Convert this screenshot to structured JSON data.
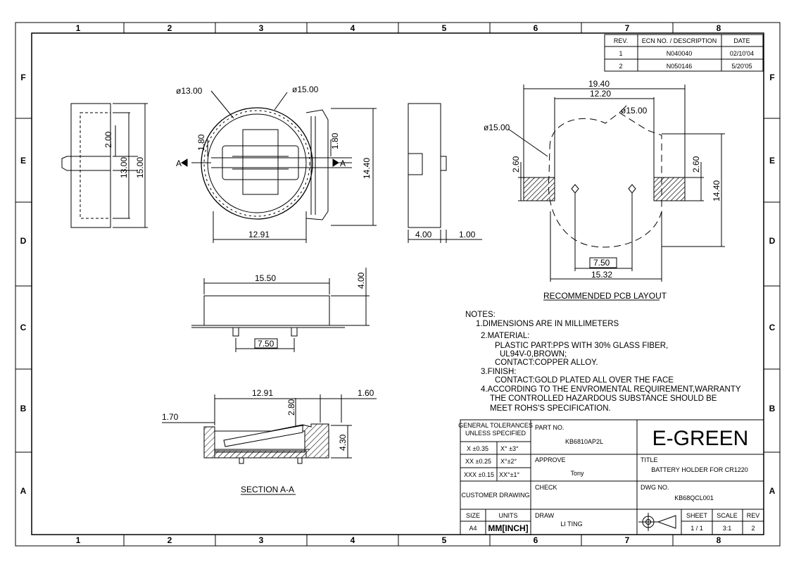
{
  "grid": {
    "columns": [
      "1",
      "2",
      "3",
      "4",
      "5",
      "6",
      "7",
      "8"
    ],
    "rows": [
      "F",
      "E",
      "D",
      "C",
      "B",
      "A"
    ]
  },
  "revision_table": {
    "headers": [
      "REV.",
      "ECN NO. / DESCRIPTION",
      "DATE"
    ],
    "rows": [
      [
        "1",
        "N040040",
        "02/10'04"
      ],
      [
        "2",
        "N050146",
        "5/20'05"
      ]
    ]
  },
  "dimensions": {
    "side_left": {
      "d1": "2.00",
      "d2": "13.00",
      "d3": "15.00"
    },
    "top_view": {
      "dia_inner": "ø13.00",
      "dia_outer": "ø15.00",
      "left_h": "1.80",
      "right_h": "1.80",
      "height": "14.40",
      "width": "12.91",
      "section_mark": "A"
    },
    "side_right": {
      "w1": "4.00",
      "w2": "1.00"
    },
    "pcb": {
      "w_total": "19.40",
      "w_inner": "12.20",
      "dia_right": "ø15.00",
      "dia_left": "ø15.00",
      "pad_left": "2.60",
      "pad_right": "2.60",
      "height": "14.40",
      "pitch": "7.50",
      "span": "15.32"
    },
    "front_view": {
      "width": "15.50",
      "height": "4.00",
      "pitch": "7.50"
    },
    "section": {
      "width": "12.91",
      "right": "1.60",
      "left": "1.70",
      "inner": "2.80",
      "height": "4.30"
    }
  },
  "labels": {
    "pcb_title": "RECOMMENDED PCB LAYOUT",
    "section_title": "SECTION A-A"
  },
  "notes": {
    "heading": "NOTES:",
    "lines": [
      "1.DIMENSIONS ARE IN MILLIMETERS",
      "2.MATERIAL:",
      "PLASTIC PART:PPS WITH 30% GLASS FIBER,",
      "UL94V-0,BROWN;",
      "CONTACT:COPPER ALLOY.",
      "3.FINISH:",
      "CONTACT:GOLD PLATED ALL OVER THE FACE",
      "4.ACCORDING TO THE ENVROMENTAL REQUIREMENT,WARRANTY",
      "THE CONTROLLED HAZARDOUS SUBSTANCE SHOULD BE",
      "MEET ROHS'S SPECIFICATION."
    ]
  },
  "title_block": {
    "tol_heading": "GENERAL TOLERANCES",
    "tol_heading2": "UNLESS SPECIFIED",
    "tol": [
      [
        "X ±0.35",
        "X° ±3°"
      ],
      [
        "XX ±0.25",
        "X°±2°"
      ],
      [
        "XXX ±0.15",
        "XX°±1°"
      ]
    ],
    "part_no_label": "PART NO.",
    "part_no": "KB6810AP2L",
    "company": "E-GREEN",
    "approve_label": "APPROVE",
    "approve": "Tony",
    "title_label": "TITLE",
    "title": "BATTERY HOLDER FOR CR1220",
    "customer_drawing": "CUSTOMER DRAWING",
    "check_label": "CHECK",
    "dwg_no_label": "DWG NO.",
    "dwg_no": "KB68QCL001",
    "size_label": "SIZE",
    "size": "A4",
    "units_label": "UNITS",
    "units": "MM[INCH]",
    "draw_label": "DRAW",
    "draw": "LI TING",
    "sheet_label": "SHEET",
    "sheet": "1 / 1",
    "scale_label": "SCALE",
    "scale": "3:1",
    "rev_label": "REV",
    "rev": "2"
  }
}
